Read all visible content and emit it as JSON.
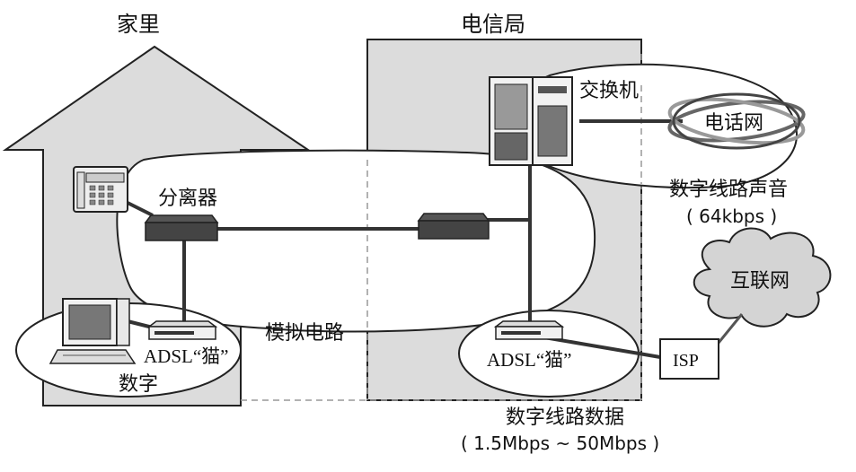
{
  "home": {
    "title": "家里"
  },
  "office": {
    "title": "电信局"
  },
  "labels": {
    "switch": "交换机",
    "phone_network": "电话网",
    "digital_voice": "数字线路声音",
    "digital_voice_rate": "( 64kbps )",
    "splitter": "分离器",
    "analog_line": "模拟电路",
    "adsl_home": "ADSL“猫”",
    "digital": "数字",
    "adsl_office": "ADSL“猫”",
    "internet": "互联网",
    "isp": "ISP",
    "digital_data": "数字线路数据",
    "digital_data_rate": "( 1.5Mbps ~ 50Mbps )"
  }
}
